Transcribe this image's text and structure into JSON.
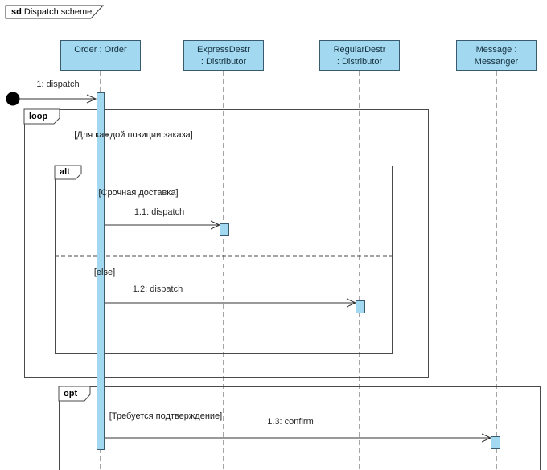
{
  "title": {
    "keyword": "sd",
    "name": "Dispatch scheme"
  },
  "lifelines": {
    "order": {
      "line1": "Order : Order"
    },
    "express": {
      "line1": "ExpressDestr",
      "line2": ": Distributor"
    },
    "regular": {
      "line1": "RegularDestr",
      "line2": ": Distributor"
    },
    "messenger": {
      "line1": "Message :",
      "line2": "Messanger"
    }
  },
  "fragments": {
    "loop": {
      "operator": "loop",
      "guard": "[Для каждой позиции заказа]"
    },
    "alt": {
      "operator": "alt",
      "guard_then": "[Срочная доставка]",
      "guard_else": "[else]"
    },
    "opt": {
      "operator": "opt",
      "guard": "[Требуется подтверждение]"
    }
  },
  "messages": {
    "m1": "1: dispatch",
    "m1_1": "1.1: dispatch",
    "m1_2": "1.2: dispatch",
    "m1_3": "1.3: confirm"
  },
  "colors": {
    "lifeline_fill": "#A3D9F0",
    "lifeline_border": "#3A5A6E",
    "fragment_border": "#4A4A4A",
    "line": "#333333",
    "background": "#FFFFFF"
  }
}
